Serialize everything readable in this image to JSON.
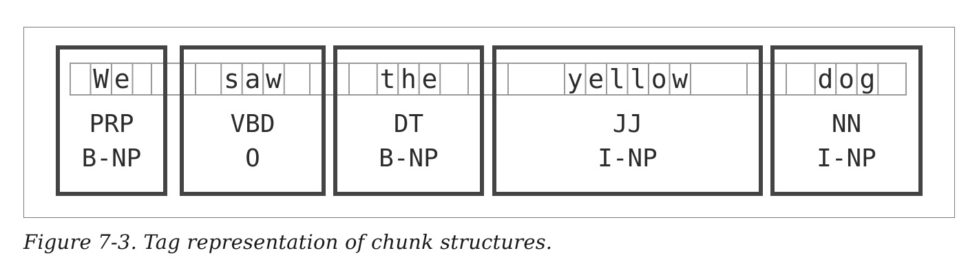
{
  "figure": {
    "caption_number": "Figure 7-3.",
    "caption_text": "Tag representation of chunk structures."
  },
  "tokens": [
    {
      "word": "We",
      "pos": "PRP",
      "iob": "B-NP"
    },
    {
      "word": "saw",
      "pos": "VBD",
      "iob": "O"
    },
    {
      "word": "the",
      "pos": "DT",
      "iob": "B-NP"
    },
    {
      "word": "yellow",
      "pos": "JJ",
      "iob": "I-NP"
    },
    {
      "word": "dog",
      "pos": "NN",
      "iob": "I-NP"
    }
  ]
}
